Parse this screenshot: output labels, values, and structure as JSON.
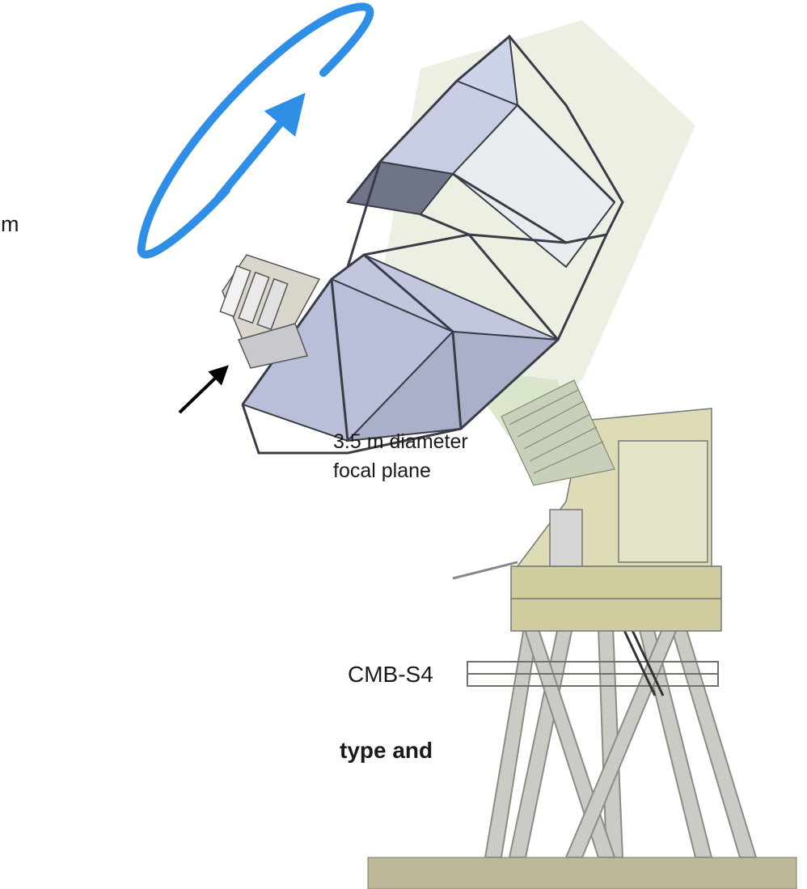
{
  "labels": {
    "cut_off_text": "m",
    "focal_plane_line1": "3.5 m diameter",
    "focal_plane_line2": "focal plane",
    "telescope_name": "CMB-S4",
    "bold_fragment": "type and"
  },
  "colors": {
    "rotation_arrow": "#2f8fe6",
    "pointer_arrow": "#000000",
    "panel_fill": "#b9bfd8",
    "panel_dark": "#6f7486",
    "strut": "#3a3d48",
    "beam": "#dfe8d3",
    "mount": "#dedcb6",
    "mount_base": "#cfcca0",
    "tower": "#c9ccc4",
    "ground": "#bdb89a"
  }
}
